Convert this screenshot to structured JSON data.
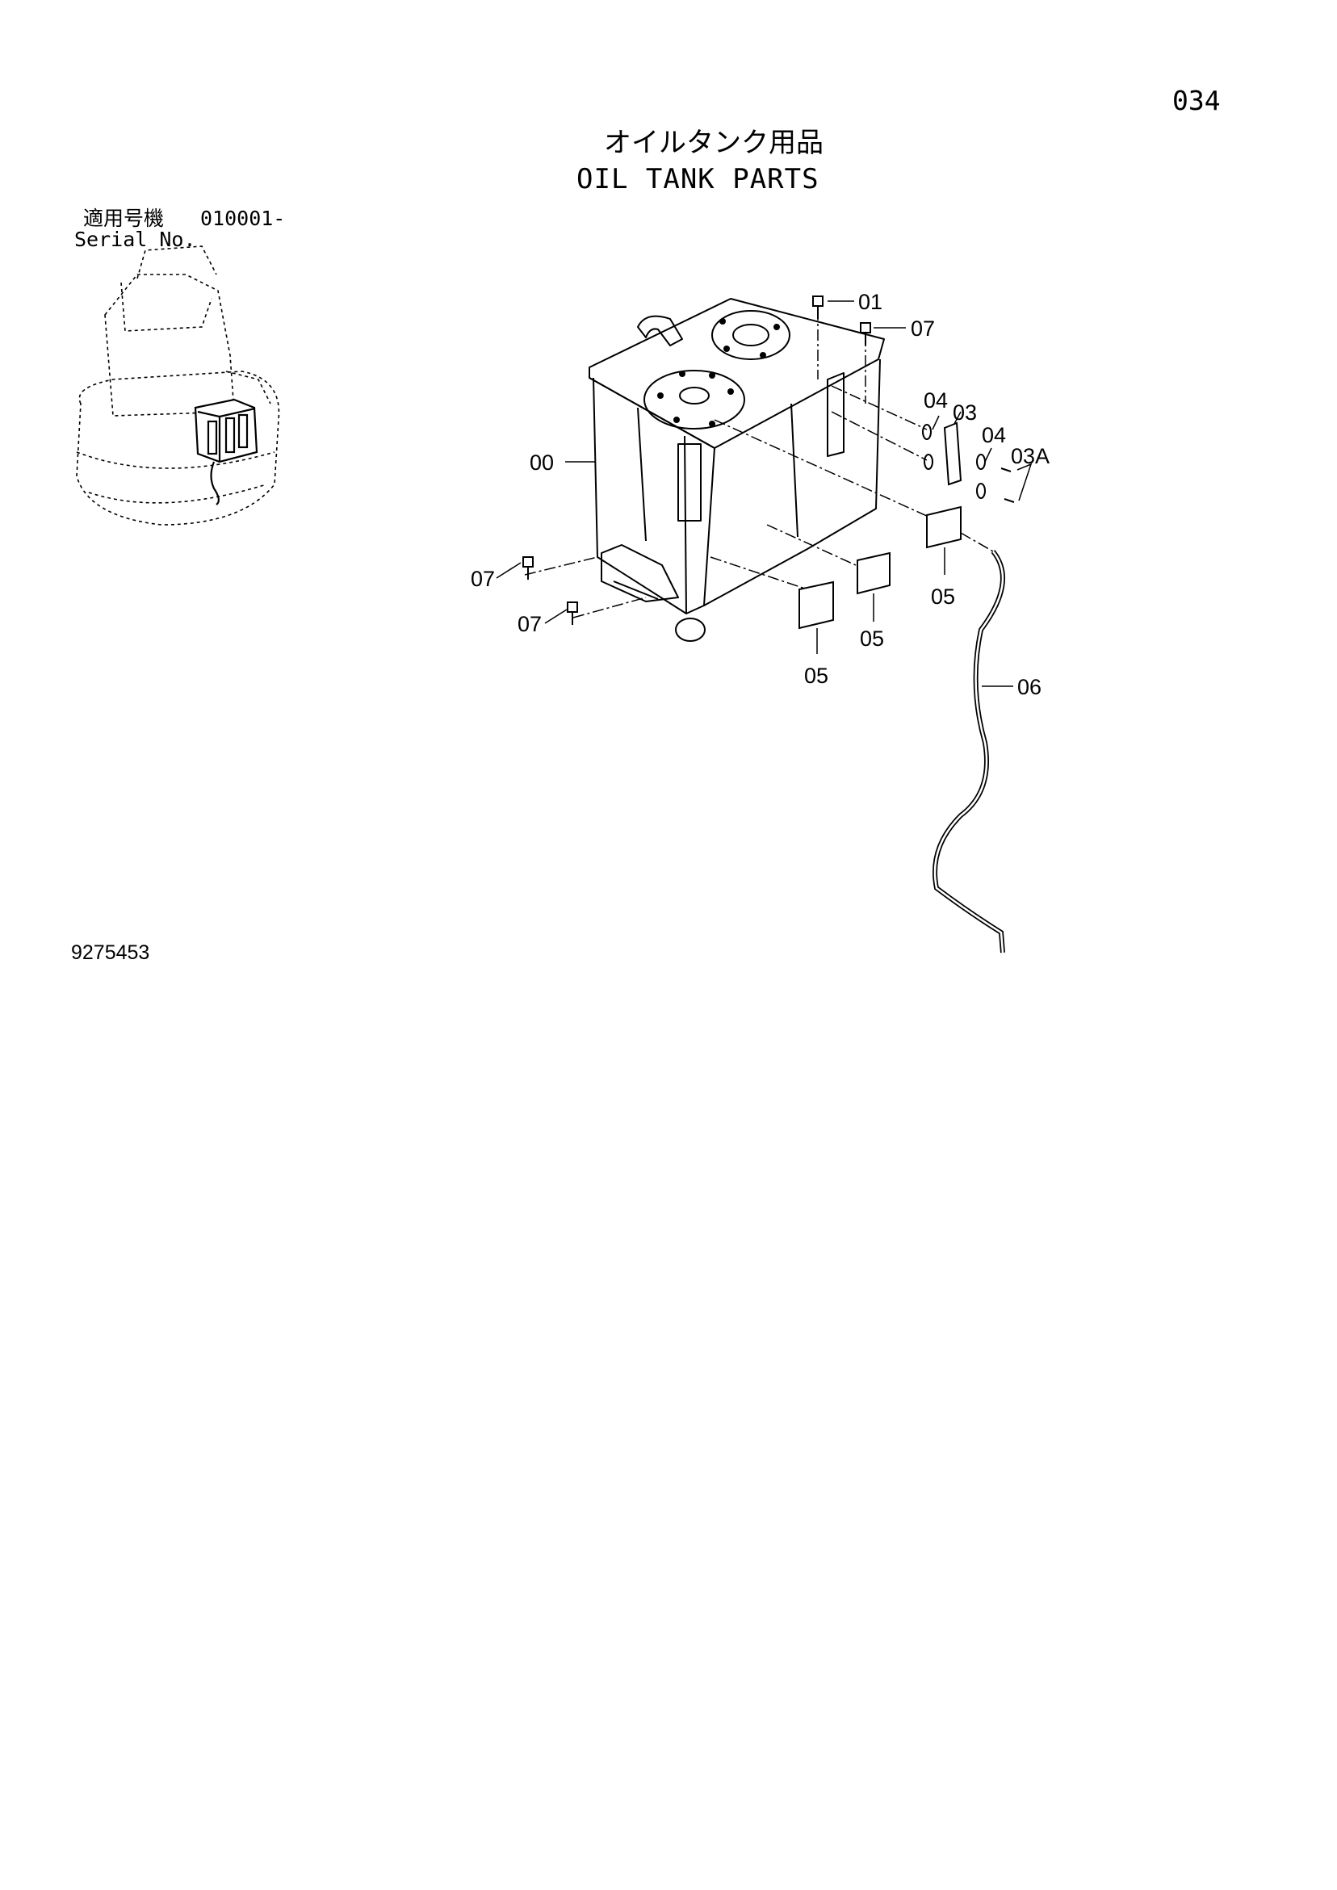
{
  "page": {
    "page_number": "034",
    "title_jp": "オイルタンク用品",
    "title_en": "OIL TANK PARTS",
    "serial_label_jp": "適用号機",
    "serial_range": "010001-",
    "serial_label_en": "Serial No.",
    "drawing_number": "9275453"
  },
  "callouts": {
    "c00": "00",
    "c01": "01",
    "c03": "03",
    "c03a": "03A",
    "c04a": "04",
    "c04b": "04",
    "c05a": "05",
    "c05b": "05",
    "c05c": "05",
    "c06": "06",
    "c07a": "07",
    "c07b": "07",
    "c07c": "07"
  }
}
